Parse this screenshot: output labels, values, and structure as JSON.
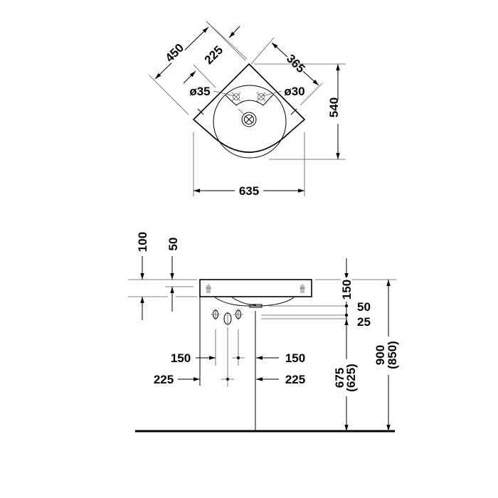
{
  "top_view": {
    "dim_450": "450",
    "dim_225": "225",
    "dim_365": "365",
    "dim_540": "540",
    "dim_635": "635",
    "hole_left": "ø35",
    "hole_right": "ø30"
  },
  "front_view": {
    "dim_100": "100",
    "dim_50_left": "50",
    "dim_150_top": "150",
    "dim_50_right": "50",
    "dim_25": "25",
    "dim_150_left": "150",
    "dim_150_right": "150",
    "dim_225_left": "225",
    "dim_225_right": "225",
    "dim_675": "675",
    "dim_625": "(625)",
    "dim_900": "900",
    "dim_850": "(850)"
  }
}
